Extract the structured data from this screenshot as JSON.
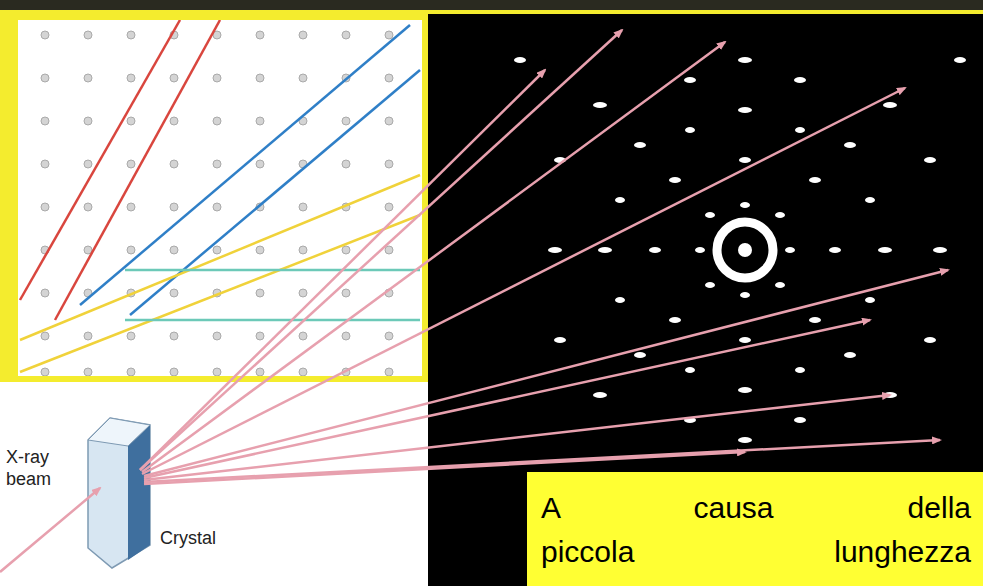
{
  "diagram": {
    "nodes": [
      {
        "text": [
          "A causa della piccola lunghezza"
        ]
      }
    ],
    "labels": [
      "X-ray beam",
      "Crystal"
    ]
  }
}
